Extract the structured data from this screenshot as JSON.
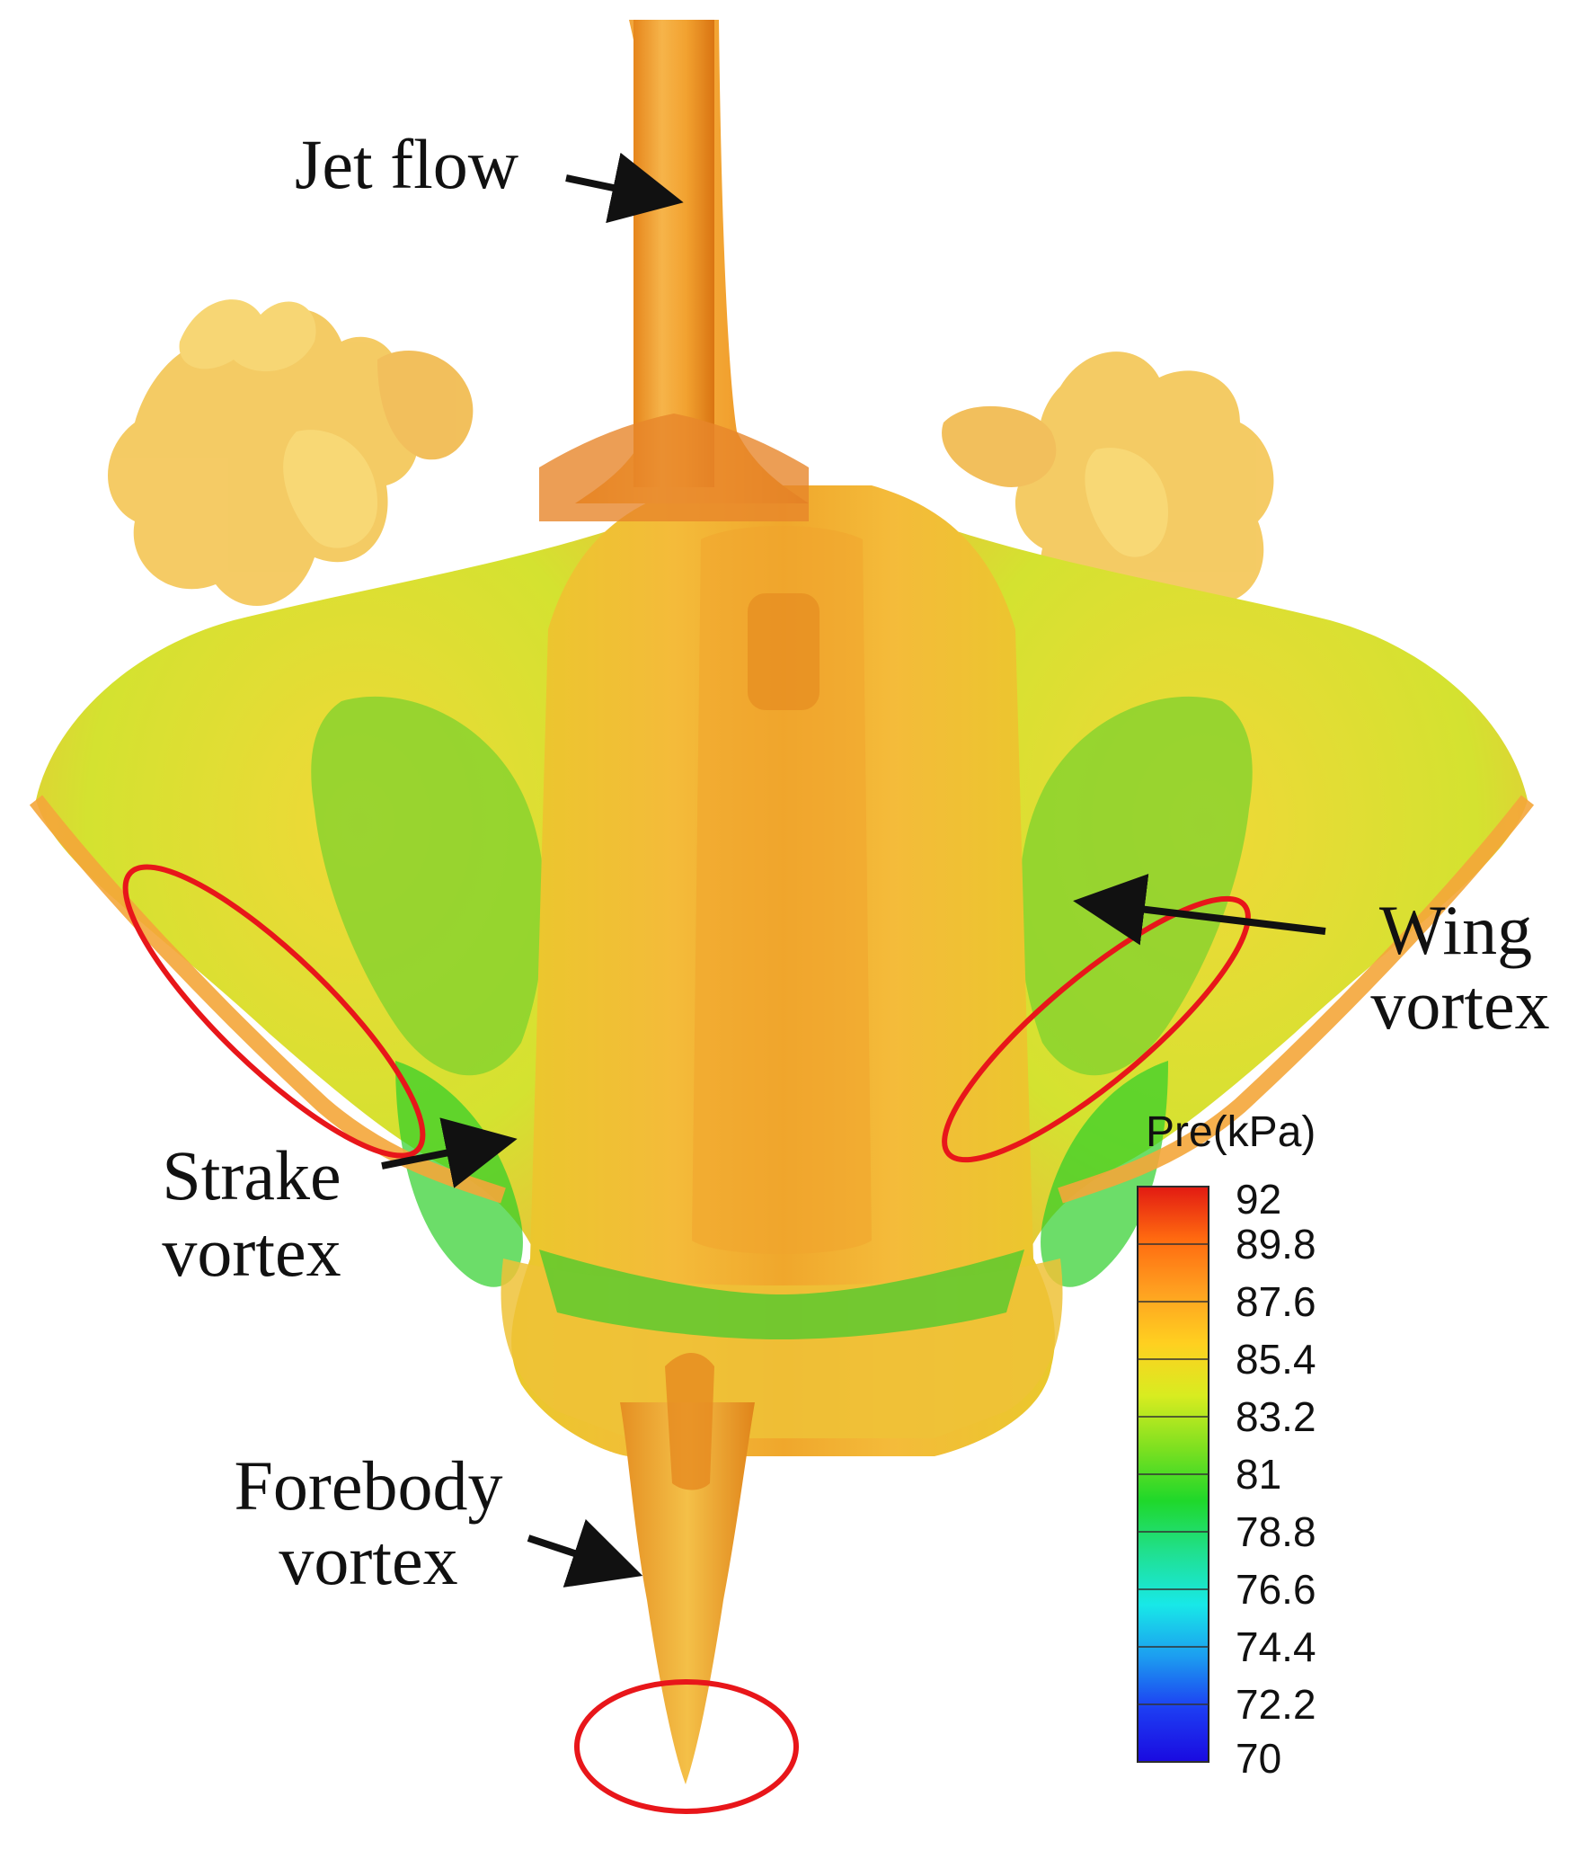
{
  "annotations": {
    "jet_flow": "Jet flow",
    "wing_vortex": [
      "Wing",
      "vortex"
    ],
    "strake_vortex": [
      "Strake",
      "vortex"
    ],
    "forebody_vortex": [
      "Forebody",
      "vortex"
    ]
  },
  "legend": {
    "title": "Pre(kPa)",
    "ticks": [
      "92",
      "89.8",
      "87.6",
      "85.4",
      "83.2",
      "81",
      "78.8",
      "76.6",
      "74.4",
      "72.2",
      "70"
    ],
    "colors": [
      "#e21a12",
      "#ff6a10",
      "#ffa020",
      "#ffd020",
      "#d8ec20",
      "#7ee020",
      "#1fd82a",
      "#20e090",
      "#18e8e8",
      "#1c9cf0",
      "#1d3cf2",
      "#1a0ae0"
    ]
  },
  "colors": {
    "highlight_ellipse": "#e8161a",
    "arrow": "#111111",
    "surface_orange": "#f2a22a",
    "surface_yellow": "#ecdc38",
    "surface_green": "#5fcd28"
  }
}
